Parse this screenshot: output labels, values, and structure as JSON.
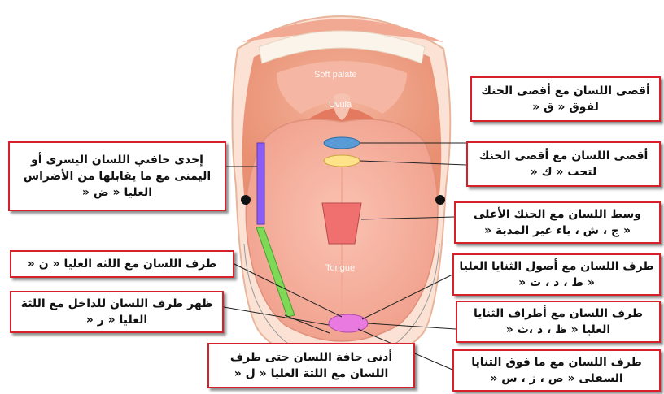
{
  "anatomy": {
    "soft_palate": "Soft palate",
    "uvula": "Uvula",
    "tongue": "Tongue"
  },
  "labels": {
    "lisan_aqsa_fawq": [
      "أقصى اللسان مع أقصى الحنك",
      "لفوق « ق «"
    ],
    "lisan_aqsa_taht": [
      "أقصى اللسان مع أقصى الحنك",
      "لتحت « ك «"
    ],
    "wasat": [
      "وسط اللسان مع الحنك الأعلى",
      "« ج ، ش ، ياء غير المدية «"
    ],
    "usul_thanaya": [
      "طرف اللسان مع أصول الثنايا العليا",
      "« ط ، د ، ت «"
    ],
    "atraf_thanaya": [
      "طرف اللسان مع أطراف الثنايا",
      "العليا « ظ ، ذ ،ث «"
    ],
    "fawq_thanaya": [
      "طرف اللسان مع ما فوق الثنايا",
      "السفلى « ص ، ز ، س «"
    ],
    "hafat": [
      "إحدى حافتي اللسان اليسرى أو",
      "اليمنى مع ما يقابلها من الأضراس",
      "العليا « ض «"
    ],
    "nun": [
      "طرف اللسان مع اللثة العليا « ن «"
    ],
    "ra": [
      "ظهر طرف اللسان للداخل مع اللثة",
      "العليا « ر «"
    ],
    "lam": [
      "أدنى حافة اللسان حتى طرف",
      "اللسان مع اللثة العليا « ل «"
    ]
  }
}
